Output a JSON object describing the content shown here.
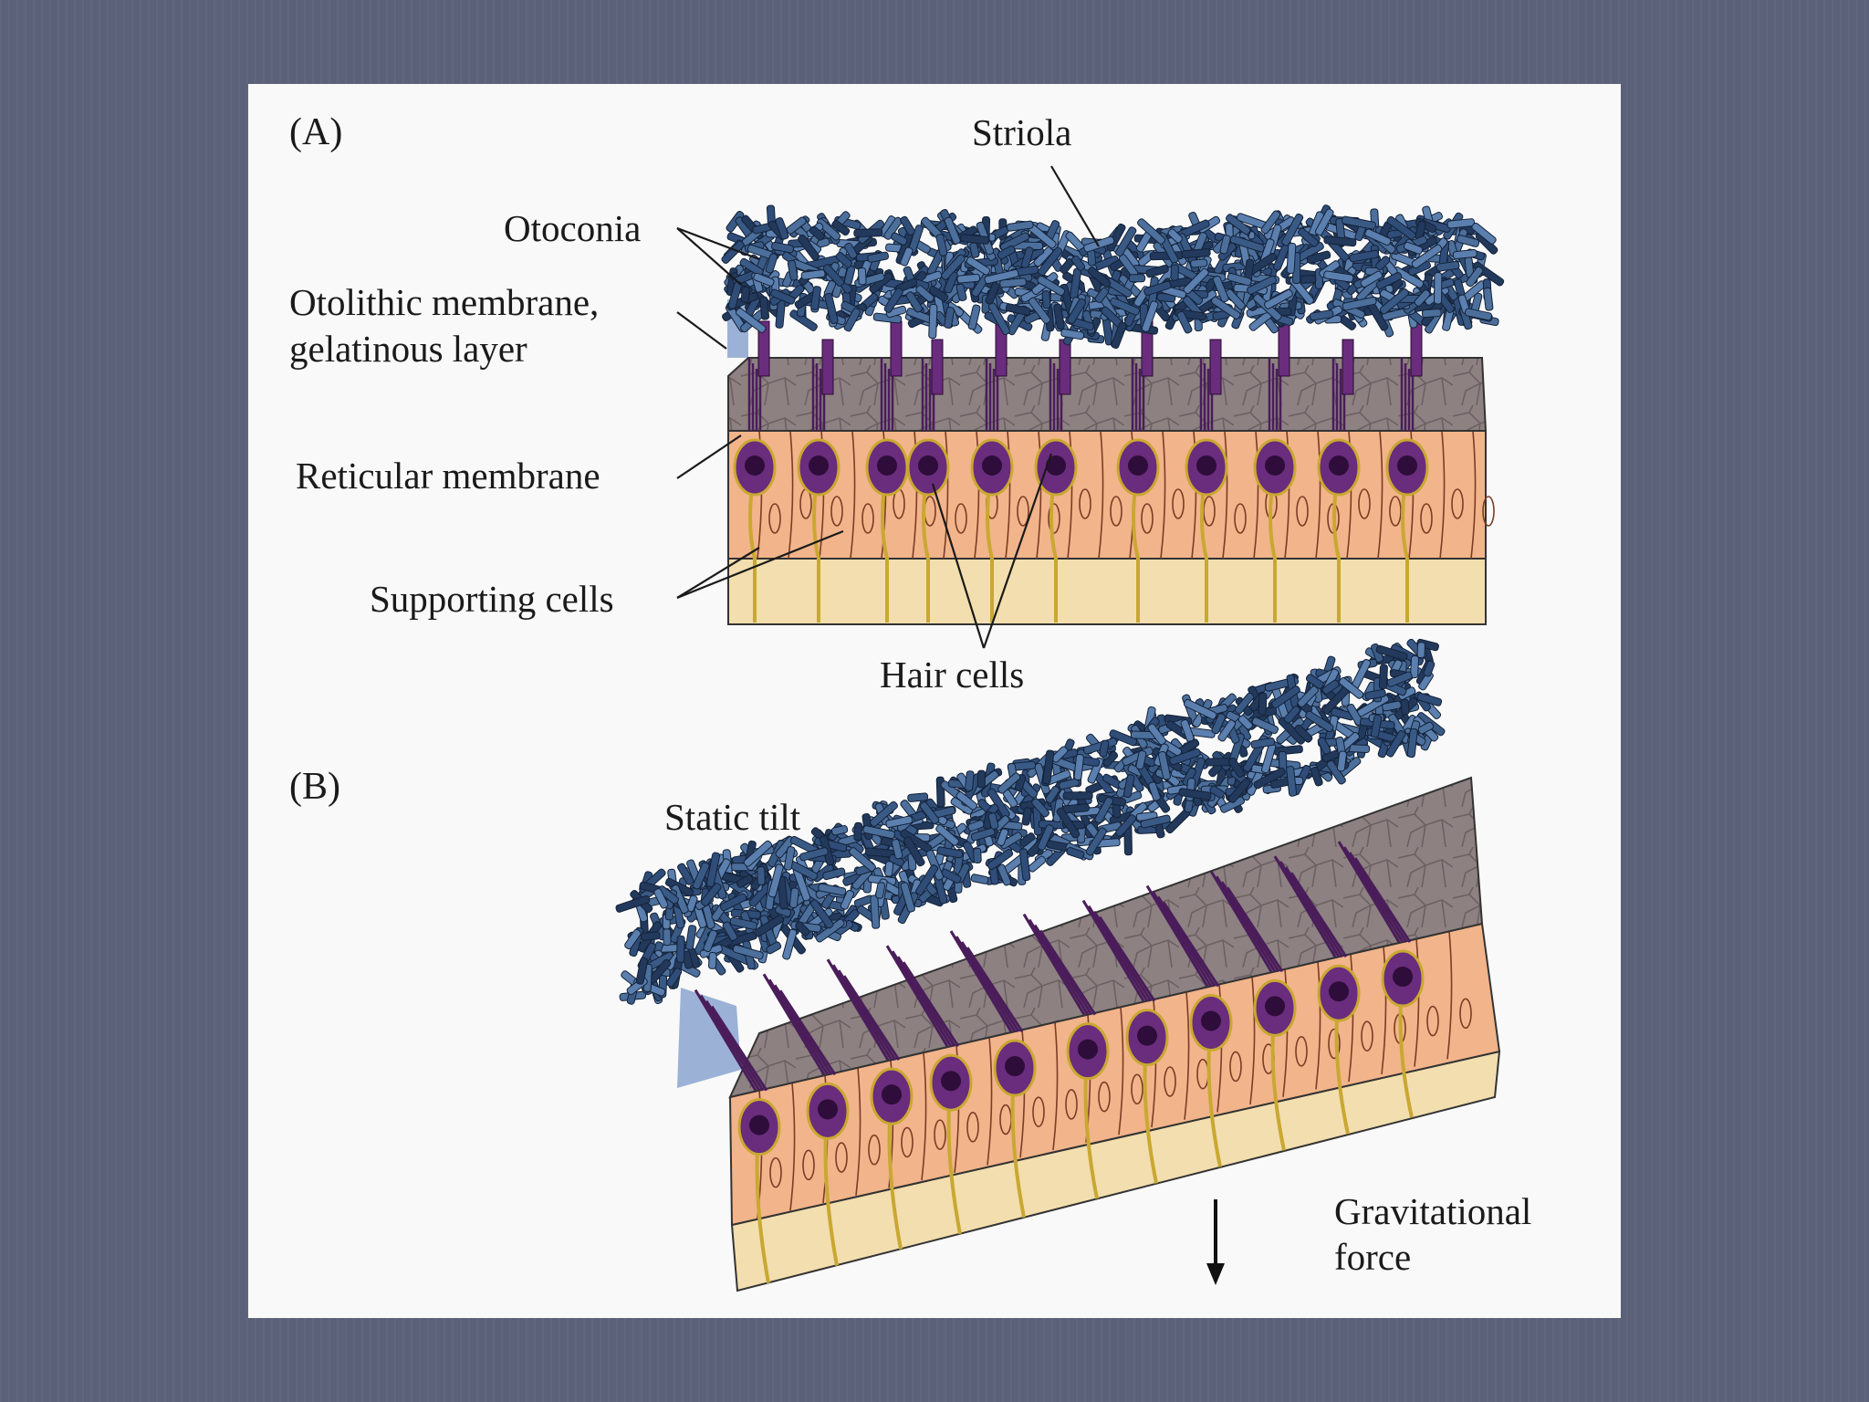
{
  "panel_a": {
    "letter": "(A)",
    "labels": {
      "striola": "Striola",
      "otoconia": "Otoconia",
      "otolithic_line1": "Otolithic membrane,",
      "otolithic_line2": "gelatinous layer",
      "reticular": "Reticular membrane",
      "supporting": "Supporting cells",
      "hair_cells": "Hair cells"
    }
  },
  "panel_b": {
    "letter": "(B)",
    "labels": {
      "static_tilt": "Static tilt",
      "gravity_line1": "Gravitational",
      "gravity_line2": "force"
    }
  },
  "colors": {
    "otoconia": "#3a5a86",
    "gel_layer": "#8a7f80",
    "hair_cell": "#6a2c7c",
    "supporting_cell": "#f2b48a",
    "base": "#f2deae",
    "nerve": "#c9a832",
    "fluid": "#9bb2d6"
  }
}
